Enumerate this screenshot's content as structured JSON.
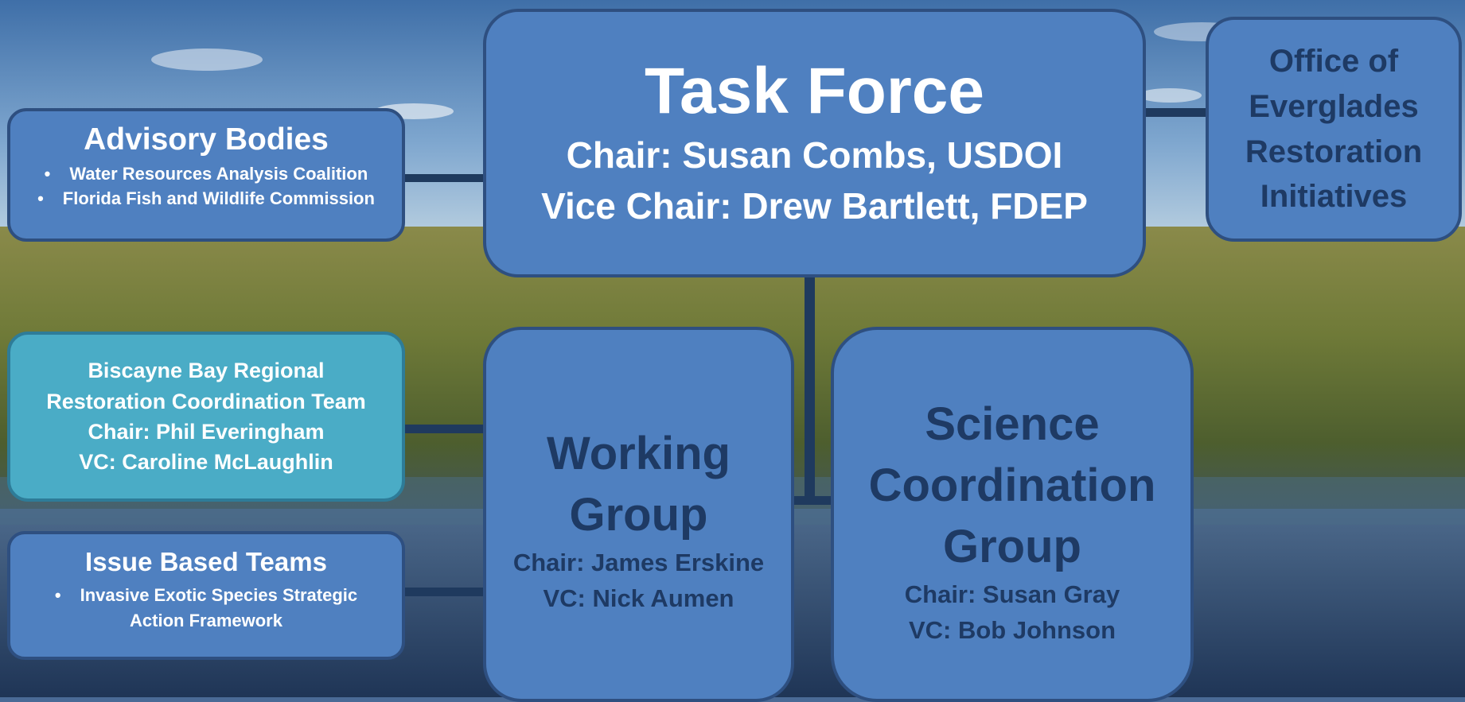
{
  "task_force": {
    "title": "Task Force",
    "chair": "Chair: Susan Combs, USDOI",
    "vice_chair": "Vice Chair: Drew Bartlett, FDEP"
  },
  "oeri": {
    "lines": [
      "Office of",
      "Everglades",
      "Restoration",
      "Initiatives"
    ]
  },
  "advisory_bodies": {
    "title": "Advisory Bodies",
    "items": [
      "Water Resources Analysis Coalition",
      "Florida Fish and Wildlife Commission"
    ]
  },
  "biscayne": {
    "lines": [
      "Biscayne Bay Regional",
      "Restoration Coordination Team",
      "Chair: Phil Everingham",
      "VC: Caroline McLaughlin"
    ]
  },
  "issue_based_teams": {
    "title": "Issue Based Teams",
    "items": [
      "Invasive Exotic Species Strategic Action Framework"
    ]
  },
  "working_group": {
    "title_lines": [
      "Working",
      "Group"
    ],
    "chair": "Chair: James Erskine",
    "vc": "VC: Nick Aumen"
  },
  "science_group": {
    "title_lines": [
      "Science",
      "Coordination",
      "Group"
    ],
    "chair": "Chair: Susan Gray",
    "vc": "VC: Bob Johnson"
  },
  "colors": {
    "box_fill": "#4f80c0",
    "box_border": "#2e4f80",
    "highlight_fill": "#4aacc6",
    "connector": "#1f3a5e",
    "dark_text": "#1e3a64",
    "light_text": "#ffffff"
  }
}
